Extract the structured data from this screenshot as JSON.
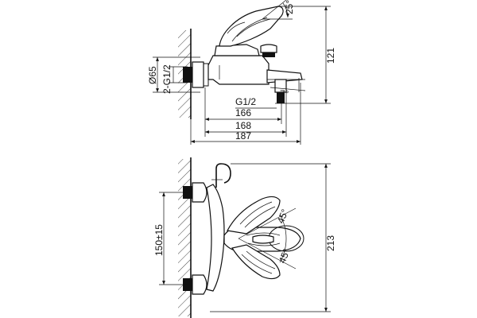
{
  "colors": {
    "line": "#111111",
    "background": "#ffffff"
  },
  "top_view": {
    "labels": {
      "angle_handle": "25°",
      "height": "121",
      "diameter": "Ø65",
      "connection": "2-G1/2",
      "spout_angle": "7°",
      "outlet_thread": "G1/2",
      "length_a": "166",
      "length_b": "168",
      "length_c": "187"
    }
  },
  "bottom_view": {
    "labels": {
      "angle_upper": "45°",
      "angle_lower": "45°",
      "center_distance": "150±15",
      "depth": "213"
    }
  }
}
